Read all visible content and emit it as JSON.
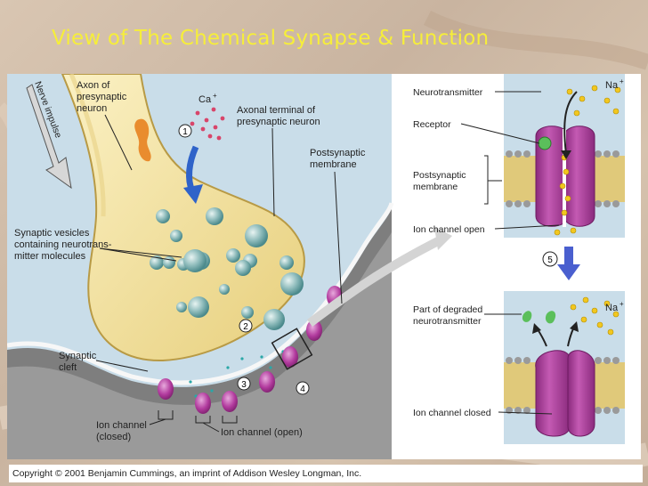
{
  "title": "View of The Chemical Synapse & Function",
  "labels": {
    "nerve_impulse": "Nerve impulse",
    "axon_line1": "Axon of",
    "axon_line2": "presynaptic",
    "axon_line3": "neuron",
    "ca": "Ca",
    "plus": "+",
    "terminal_line1": "Axonal terminal of",
    "terminal_line2": "presynaptic neuron",
    "postsyn_line1": "Postsynaptic",
    "postsyn_line2": "membrane",
    "vesicles_line1": "Synaptic vesicles",
    "vesicles_line2": "containing neurotrans-",
    "vesicles_line3": "mitter molecules",
    "cleft_line1": "Synaptic",
    "cleft_line2": "cleft",
    "ion_closed_line1": "Ion channel",
    "ion_closed_line2": "(closed)",
    "ion_open": "Ion channel (open)",
    "neurotransmitter": "Neurotransmitter",
    "receptor": "Receptor",
    "postsyn_r_line1": "Postsynaptic",
    "postsyn_r_line2": "membrane",
    "ion_channel_open": "Ion channel open",
    "na": "Na",
    "degraded_line1": "Part of degraded",
    "degraded_line2": "neurotransmitter",
    "ion_channel_closed": "Ion channel closed"
  },
  "steps": [
    "1",
    "2",
    "3",
    "4",
    "5"
  ],
  "copyright": "Copyright © 2001 Benjamin Cummings, an imprint of Addison Wesley Longman, Inc.",
  "colors": {
    "title": "#f6ee3a",
    "axon": "#f2e3a2",
    "membrane_grey": "#8a8a8a",
    "channel_purple": "#b23b9e",
    "vesicle_teal": "#6fa7a7",
    "neurotransmitter_yellow": "#f2c71f",
    "calcium_red": "#d8456a"
  }
}
